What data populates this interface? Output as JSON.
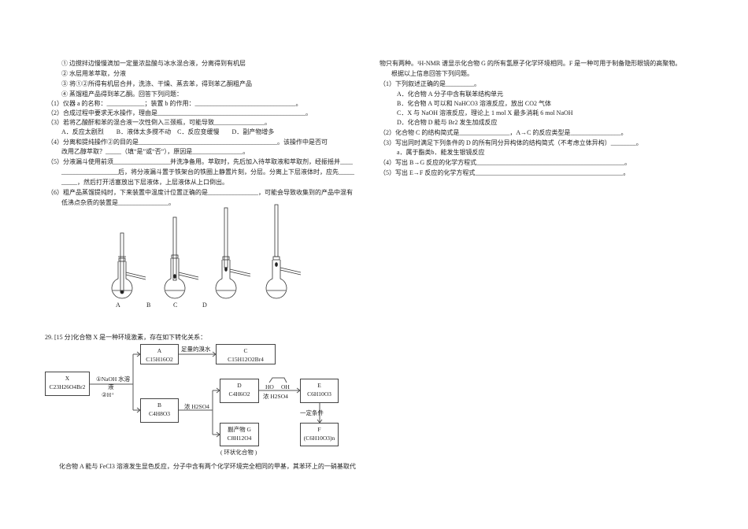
{
  "left": {
    "lines": [
      "① 边搅拌边慢慢滴加一定量浓盐酸与冰水混合液，分离得到有机层",
      "② 水层用苯萃取，分液",
      "③ 将①②所得有机层合并，洗涤、干燥、蒸去苯，得到苯乙酮粗产品",
      "④ 蒸馏粗产品得到苯乙酮。回答下列问题：",
      "（1）仪器 a 的名称：____________；装置 b 的作用：________________________________。",
      "（2）合成过程中要求无水操作，理由是_______________________________________________。",
      "（3）若将乙酸酐和苯的混合液一次性倒入三颈瓶，可能导致________________。",
      "A．反应太剧烈　　B．液体太多搅不动　C．反应变缓慢　　D．副产物增多",
      "（4）分离和提纯操作②的目的是____________________________________________。该操作中是否可",
      "改用乙醇萃取？_____（填“是”或“否”），原因是________________。",
      "（5）分液漏斗使用前须__________________并洗净备用。萃取时，先后加入待萃取液和萃取剂，经振摇并____",
      "__________________后，将分液漏斗置于铁架台的铁圈上静置片刻，分层。分离上下层液体时，应先_____",
      "_____，然后打开活塞放出下层液体，上层液体从上口倒出。",
      "（6）粗产品蒸馏提纯时，下来装置中温度计位置正确的是________________，可能会导致收集到的产品中混有",
      "低沸点杂质的装置是________________。"
    ],
    "apparatus_labels": [
      "A",
      "B",
      "C",
      "D"
    ]
  },
  "q29": {
    "intro": "29. [15 分]化合物 X 是一种环境激素，存在如下转化关系：",
    "boxes": {
      "X": {
        "name": "X",
        "formula": "C23H26O4Br2"
      },
      "A": {
        "name": "A",
        "formula": "C15H16O2"
      },
      "C": {
        "name": "C",
        "formula": "C15H12O2Br4"
      },
      "B": {
        "name": "B",
        "formula": "C4H8O3"
      },
      "D": {
        "name": "D",
        "formula": "C4H6O2"
      },
      "G": {
        "name": "副产物 G",
        "formula": "C8H12O4"
      },
      "E": {
        "name": "E",
        "formula": "C6H10O3"
      },
      "F": {
        "name": "F",
        "formula": "(C6H10O3)n"
      }
    },
    "conditions": {
      "x_step1": "①NaOH 水溶",
      "x_step1b": "液",
      "x_step2": "②H⁺",
      "a_to_c": "足量的溴水",
      "b_split": "浓 H2SO4",
      "diol_ho": "HO",
      "diol_oh": "OH",
      "d_to_e": "浓 H2SO4",
      "e_to_f": "一定条件"
    },
    "g_note": "( 环状化合物 )",
    "tail": "化合物 A 能与 FeCl3 溶液发生显色反应，分子中含有两个化学环境完全相同的甲基，其苯环上的一硝基取代"
  },
  "right": {
    "lines": [
      "物只有两种。¹H-NMR 谱显示化合物 G 的所有氢原子化学环境相同。F 是一种可用于制备隐形眼镜的高聚物。",
      "根据以上信息回答下列问题。",
      "（1）下列叙述正确的是_________。",
      "A．化合物 A 分子中含有联苯结构单元",
      "B．化合物 A 可以和 NaHCO3 溶液反应，放出 CO2 气体",
      "C．X 与 NaOH 溶液反应，理论上 1 mol X 最多消耗 6 mol NaOH",
      "D．化合物 D 能与 Br2 发生加成反应",
      "（2）化合物 C 的结构简式是________________，A→C 的反应类型是________________。",
      "（3）写出同时满足下列条件的 D 的所有同分异构体的结构简式（不考虑立体异构）________。",
      "a．属于酯类b．能发生银镜反应",
      "（4）写出 B→G 反应的化学方程式_______________________________________________。",
      "（5）写出 E→F 反应的化学方程式_______________________________________________。"
    ]
  }
}
